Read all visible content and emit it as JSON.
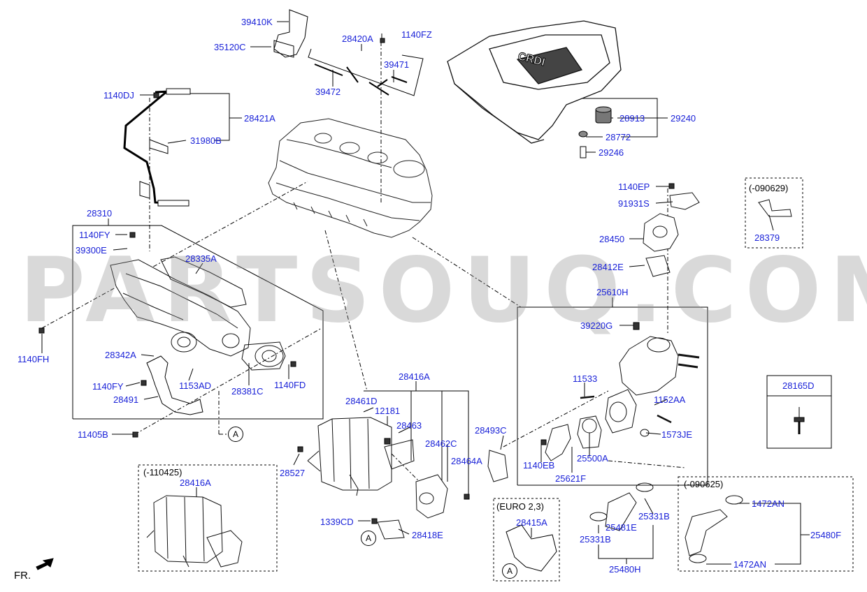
{
  "parts": [
    {
      "id": "p1",
      "text": "39410K"
    },
    {
      "id": "p2",
      "text": "35120C"
    },
    {
      "id": "p3",
      "text": "28420A"
    },
    {
      "id": "p4",
      "text": "1140FZ"
    },
    {
      "id": "p5",
      "text": "39471"
    },
    {
      "id": "p6",
      "text": "39472"
    },
    {
      "id": "p7",
      "text": "1140DJ"
    },
    {
      "id": "p8",
      "text": "28421A"
    },
    {
      "id": "p9",
      "text": "31980B"
    },
    {
      "id": "p10",
      "text": "28913"
    },
    {
      "id": "p11",
      "text": "29240"
    },
    {
      "id": "p12",
      "text": "28772"
    },
    {
      "id": "p13",
      "text": "29246"
    },
    {
      "id": "p14",
      "text": "28310"
    },
    {
      "id": "p15",
      "text": "1140FY"
    },
    {
      "id": "p16",
      "text": "39300E"
    },
    {
      "id": "p17",
      "text": "28335A"
    },
    {
      "id": "p18",
      "text": "1140EP"
    },
    {
      "id": "p19",
      "text": "91931S"
    },
    {
      "id": "p20",
      "text": "28379"
    },
    {
      "id": "p21",
      "text": "28450"
    },
    {
      "id": "p22",
      "text": "28412E"
    },
    {
      "id": "p23",
      "text": "25610H"
    },
    {
      "id": "p24",
      "text": "39220G"
    },
    {
      "id": "p25",
      "text": "1140FH"
    },
    {
      "id": "p26",
      "text": "28342A"
    },
    {
      "id": "p27",
      "text": "28381C"
    },
    {
      "id": "p28",
      "text": "1140FD"
    },
    {
      "id": "p29",
      "text": "1140FY"
    },
    {
      "id": "p30",
      "text": "1153AD"
    },
    {
      "id": "p31",
      "text": "28491"
    },
    {
      "id": "p32",
      "text": "28416A"
    },
    {
      "id": "p33",
      "text": "28461D"
    },
    {
      "id": "p34",
      "text": "12181"
    },
    {
      "id": "p35",
      "text": "28463"
    },
    {
      "id": "p36",
      "text": "11533"
    },
    {
      "id": "p37",
      "text": "1152AA"
    },
    {
      "id": "p38",
      "text": "28165D"
    },
    {
      "id": "p39",
      "text": "11405B"
    },
    {
      "id": "p40",
      "text": "28493C"
    },
    {
      "id": "p41",
      "text": "1573JE"
    },
    {
      "id": "p42",
      "text": "28462C"
    },
    {
      "id": "p43",
      "text": "28464A"
    },
    {
      "id": "p44",
      "text": "28527"
    },
    {
      "id": "p45",
      "text": "25500A"
    },
    {
      "id": "p46",
      "text": "1140EB"
    },
    {
      "id": "p47",
      "text": "25621F"
    },
    {
      "id": "p48",
      "text": "28416A"
    },
    {
      "id": "p49",
      "text": "1339CD"
    },
    {
      "id": "p50",
      "text": "28418E"
    },
    {
      "id": "p51",
      "text": "28415A"
    },
    {
      "id": "p52",
      "text": "25331B"
    },
    {
      "id": "p53",
      "text": "25481E"
    },
    {
      "id": "p54",
      "text": "25331B"
    },
    {
      "id": "p55",
      "text": "25480H"
    },
    {
      "id": "p56",
      "text": "1472AN"
    },
    {
      "id": "p57",
      "text": "25480F"
    },
    {
      "id": "p58",
      "text": "1472AN"
    }
  ],
  "notes": {
    "n1": "(-090629)",
    "n2": "(-110425)",
    "n3": "(EURO 2,3)",
    "n4": "(-090625)",
    "fr": "FR."
  },
  "circle_markers": {
    "a1": "A",
    "a2": "A",
    "a3": "A"
  },
  "cover_logo": "CRDI",
  "watermark": "PARTSOUQ.COM"
}
